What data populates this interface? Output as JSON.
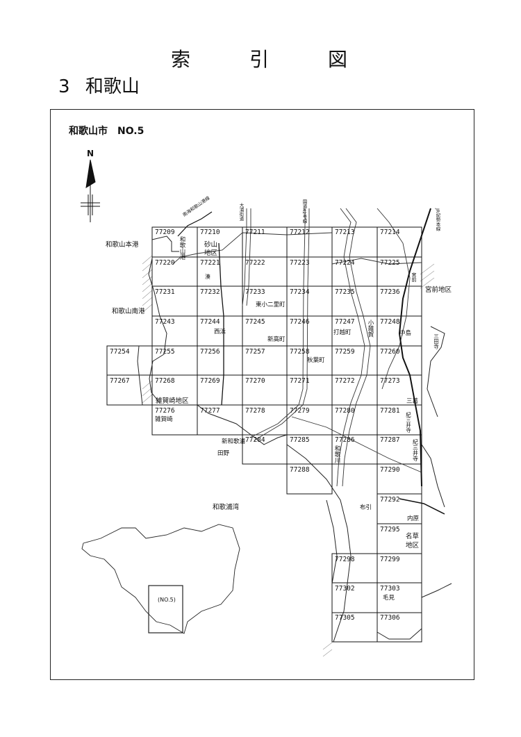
{
  "header": {
    "title_chars": [
      "索",
      "引",
      "図"
    ],
    "section_number": "3",
    "section_name": "和歌山"
  },
  "map": {
    "city_label": "和歌山市　NO.5",
    "north_label": "N",
    "grid_ids": {
      "r0": [
        "77209",
        "77210",
        "77211",
        "77212",
        "77213",
        "77214"
      ],
      "r1": [
        "77220",
        "77221",
        "77222",
        "77223",
        "77224",
        "77225"
      ],
      "r2": [
        "77231",
        "77232",
        "77233",
        "77234",
        "77235",
        "77236"
      ],
      "r3": [
        "77243",
        "77244",
        "77245",
        "77246",
        "77247",
        "77248"
      ],
      "r4": [
        "77254",
        "77255",
        "77256",
        "77257",
        "77258",
        "77259",
        "77260"
      ],
      "r5": [
        "77267",
        "77268",
        "77269",
        "77270",
        "77271",
        "77272",
        "77273"
      ],
      "r6": [
        "77276",
        "77277",
        "77278",
        "77279",
        "77280",
        "77281"
      ],
      "r7": [
        "77284",
        "77285",
        "77286",
        "77287"
      ],
      "r8": [
        "77288",
        "77290"
      ],
      "r9": [
        "77292"
      ],
      "r10": [
        "77295"
      ],
      "r11": [
        "77298",
        "77299"
      ],
      "r12": [
        "77302",
        "77303"
      ],
      "r13": [
        "77305",
        "77306"
      ]
    },
    "place_labels": {
      "wakayama_honko": "和歌山本港",
      "wakayama_nanko": "和歌山南港",
      "sunayama": "砂山",
      "chiku": "地区",
      "minato": "湊",
      "higashi_konii": "東小二里町",
      "nishihama": "西浜",
      "shintaka": "新高町",
      "akiba": "秋葉町",
      "uchikoshi": "打越町",
      "nakajima": "中島",
      "miyamae": "宮前地区",
      "saikazaki_chiku": "雑賀崎地区",
      "saikazaki": "雑賀崎",
      "tano": "田野",
      "wakaura_bay": "和歌浦湾",
      "nunobiki": "布引",
      "uchihara": "内原",
      "nagusa": "名草",
      "nagusa_chiku": "地区",
      "kemi": "毛見",
      "mikuzu": "三葛",
      "inset_no": "(NO.5)",
      "wakayamako_st": "和歌山港",
      "kozaika": "小雑賀",
      "wakayama_river": "和歌川",
      "miyamae_st": "宮前",
      "kimiidera": "紀三井寺",
      "kimiidera2": "紀三井寺",
      "santa": "三田寺",
      "shinwakaura": "新和歌浦",
      "nankai_line": "南海和歌山港線",
      "otaura_road": "大浦街道",
      "route42": "国道42号線",
      "jr_line": "JR紀勢本線"
    }
  }
}
